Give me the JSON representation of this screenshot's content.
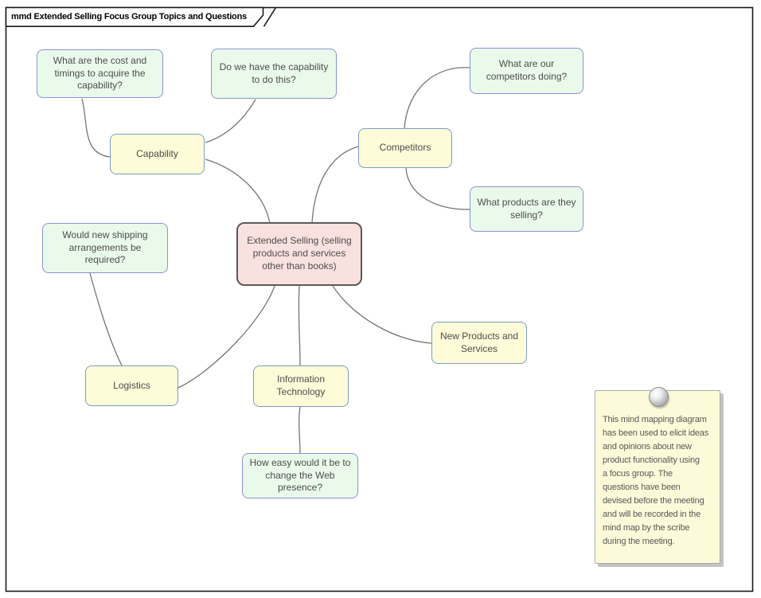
{
  "frame": {
    "title": "mmd Extended Selling Focus Group Topics and Questions"
  },
  "palette": {
    "frame_border": "#1a1a1a",
    "connector": "#757575",
    "text": "#4d4d4d",
    "topic_fill": "#fdfbd8",
    "topic_border": "#7c9dc4",
    "question_fill": "#e9faea",
    "question_border": "#8b92d6",
    "central_fill": "#f9e1e0",
    "central_border": "#5a5a5a",
    "note_fill": "#fdfad9",
    "note_border": "#ababab"
  },
  "nodes": {
    "central": {
      "label": "Extended Selling (selling\nproducts and services\nother than books)"
    },
    "capability": {
      "label": "Capability"
    },
    "competitors": {
      "label": "Competitors"
    },
    "logistics": {
      "label": "Logistics"
    },
    "information_technology": {
      "label": "Information\nTechnology"
    },
    "new_products_services": {
      "label": "New Products and\nServices"
    },
    "q_cost_timings": {
      "label": "What are the cost and\ntimings to acquire the\ncapability?"
    },
    "q_have_capability": {
      "label": "Do we have the capability\nto do this?"
    },
    "q_competitors_doing": {
      "label": "What are our\ncompetitors doing?"
    },
    "q_products_selling": {
      "label": "What products are they\nselling?"
    },
    "q_new_shipping": {
      "label": "Would new shipping\narrangements be\nrequired?"
    },
    "q_web_presence": {
      "label": "How easy would it be to\nchange the Web\npresence?"
    }
  },
  "note": {
    "text": "This mind mapping diagram\nhas been used to elicit ideas\nand opinions about new\nproduct functionality using\na focus group. The\nquestions have been\ndevised before the meeting\nand will be recorded in the\nmind map by the scribe\nduring the meeting."
  }
}
